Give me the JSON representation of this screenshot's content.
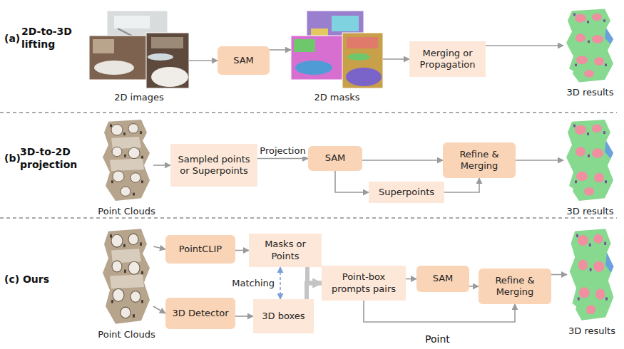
{
  "diagram": {
    "nodes": [
      {
        "text": [
          "2D images"
        ]
      },
      {
        "text": [
          "SAM"
        ]
      },
      {
        "text": [
          "2D masks"
        ]
      },
      {
        "text": [
          "Merging or Propagation"
        ]
      },
      {
        "text": [
          "3D results"
        ]
      },
      {
        "text": [
          "Point Clouds"
        ]
      },
      {
        "text": [
          "Sampled points or Superpoints"
        ]
      },
      {
        "text": [
          "SAM"
        ]
      },
      {
        "text": [
          "Superpoints"
        ]
      },
      {
        "text": [
          "Refine & Merging"
        ]
      },
      {
        "text": [
          "3D results"
        ]
      },
      {
        "text": [
          "Point Clouds"
        ]
      },
      {
        "text": [
          "PointCLIP"
        ]
      },
      {
        "text": [
          "Masks or Points"
        ]
      },
      {
        "text": [
          "3D Detector"
        ]
      },
      {
        "text": [
          "3D boxes"
        ]
      },
      {
        "text": [
          "Point-box prompts pairs"
        ]
      },
      {
        "text": [
          "SAM"
        ]
      },
      {
        "text": [
          "Refine & Merging"
        ]
      },
      {
        "text": [
          "3D results"
        ]
      }
    ],
    "edges": [
      {
        "from": 0,
        "to": 1,
        "arrow": "to"
      },
      {
        "from": 1,
        "to": 2,
        "arrow": "to"
      },
      {
        "from": 2,
        "to": 3,
        "arrow": "to"
      },
      {
        "from": 3,
        "to": 4,
        "arrow": "to"
      },
      {
        "from": 5,
        "to": 6,
        "arrow": "to"
      },
      {
        "from": 6,
        "to": 7,
        "label": "Projection",
        "arrow": "to"
      },
      {
        "from": 7,
        "to": 9,
        "arrow": "to"
      },
      {
        "from": 7,
        "to": 8,
        "arrow": "to"
      },
      {
        "from": 8,
        "to": 9,
        "arrow": "to"
      },
      {
        "from": 9,
        "to": 10,
        "arrow": "to"
      },
      {
        "from": 11,
        "to": 12,
        "arrow": "to"
      },
      {
        "from": 11,
        "to": 14,
        "arrow": "to"
      },
      {
        "from": 12,
        "to": 13,
        "arrow": "to"
      },
      {
        "from": 14,
        "to": 15,
        "arrow": "to"
      },
      {
        "from": 13,
        "to": 15,
        "label": "Matching",
        "arrow": "both"
      },
      {
        "from": 13,
        "to": 16,
        "arrow": "to"
      },
      {
        "from": 15,
        "to": 16,
        "arrow": "to"
      },
      {
        "from": 16,
        "to": 17,
        "arrow": "to"
      },
      {
        "from": 17,
        "to": 18,
        "arrow": "to"
      },
      {
        "from": 16,
        "to": 18,
        "arrow": "to"
      },
      {
        "from": 18,
        "to": 19,
        "arrow": "to"
      }
    ],
    "labels": [
      "(a)",
      "2D-to-3D lifting",
      "(b)",
      "3D-to-2D projection",
      "(c) Ours",
      "Point"
    ]
  }
}
